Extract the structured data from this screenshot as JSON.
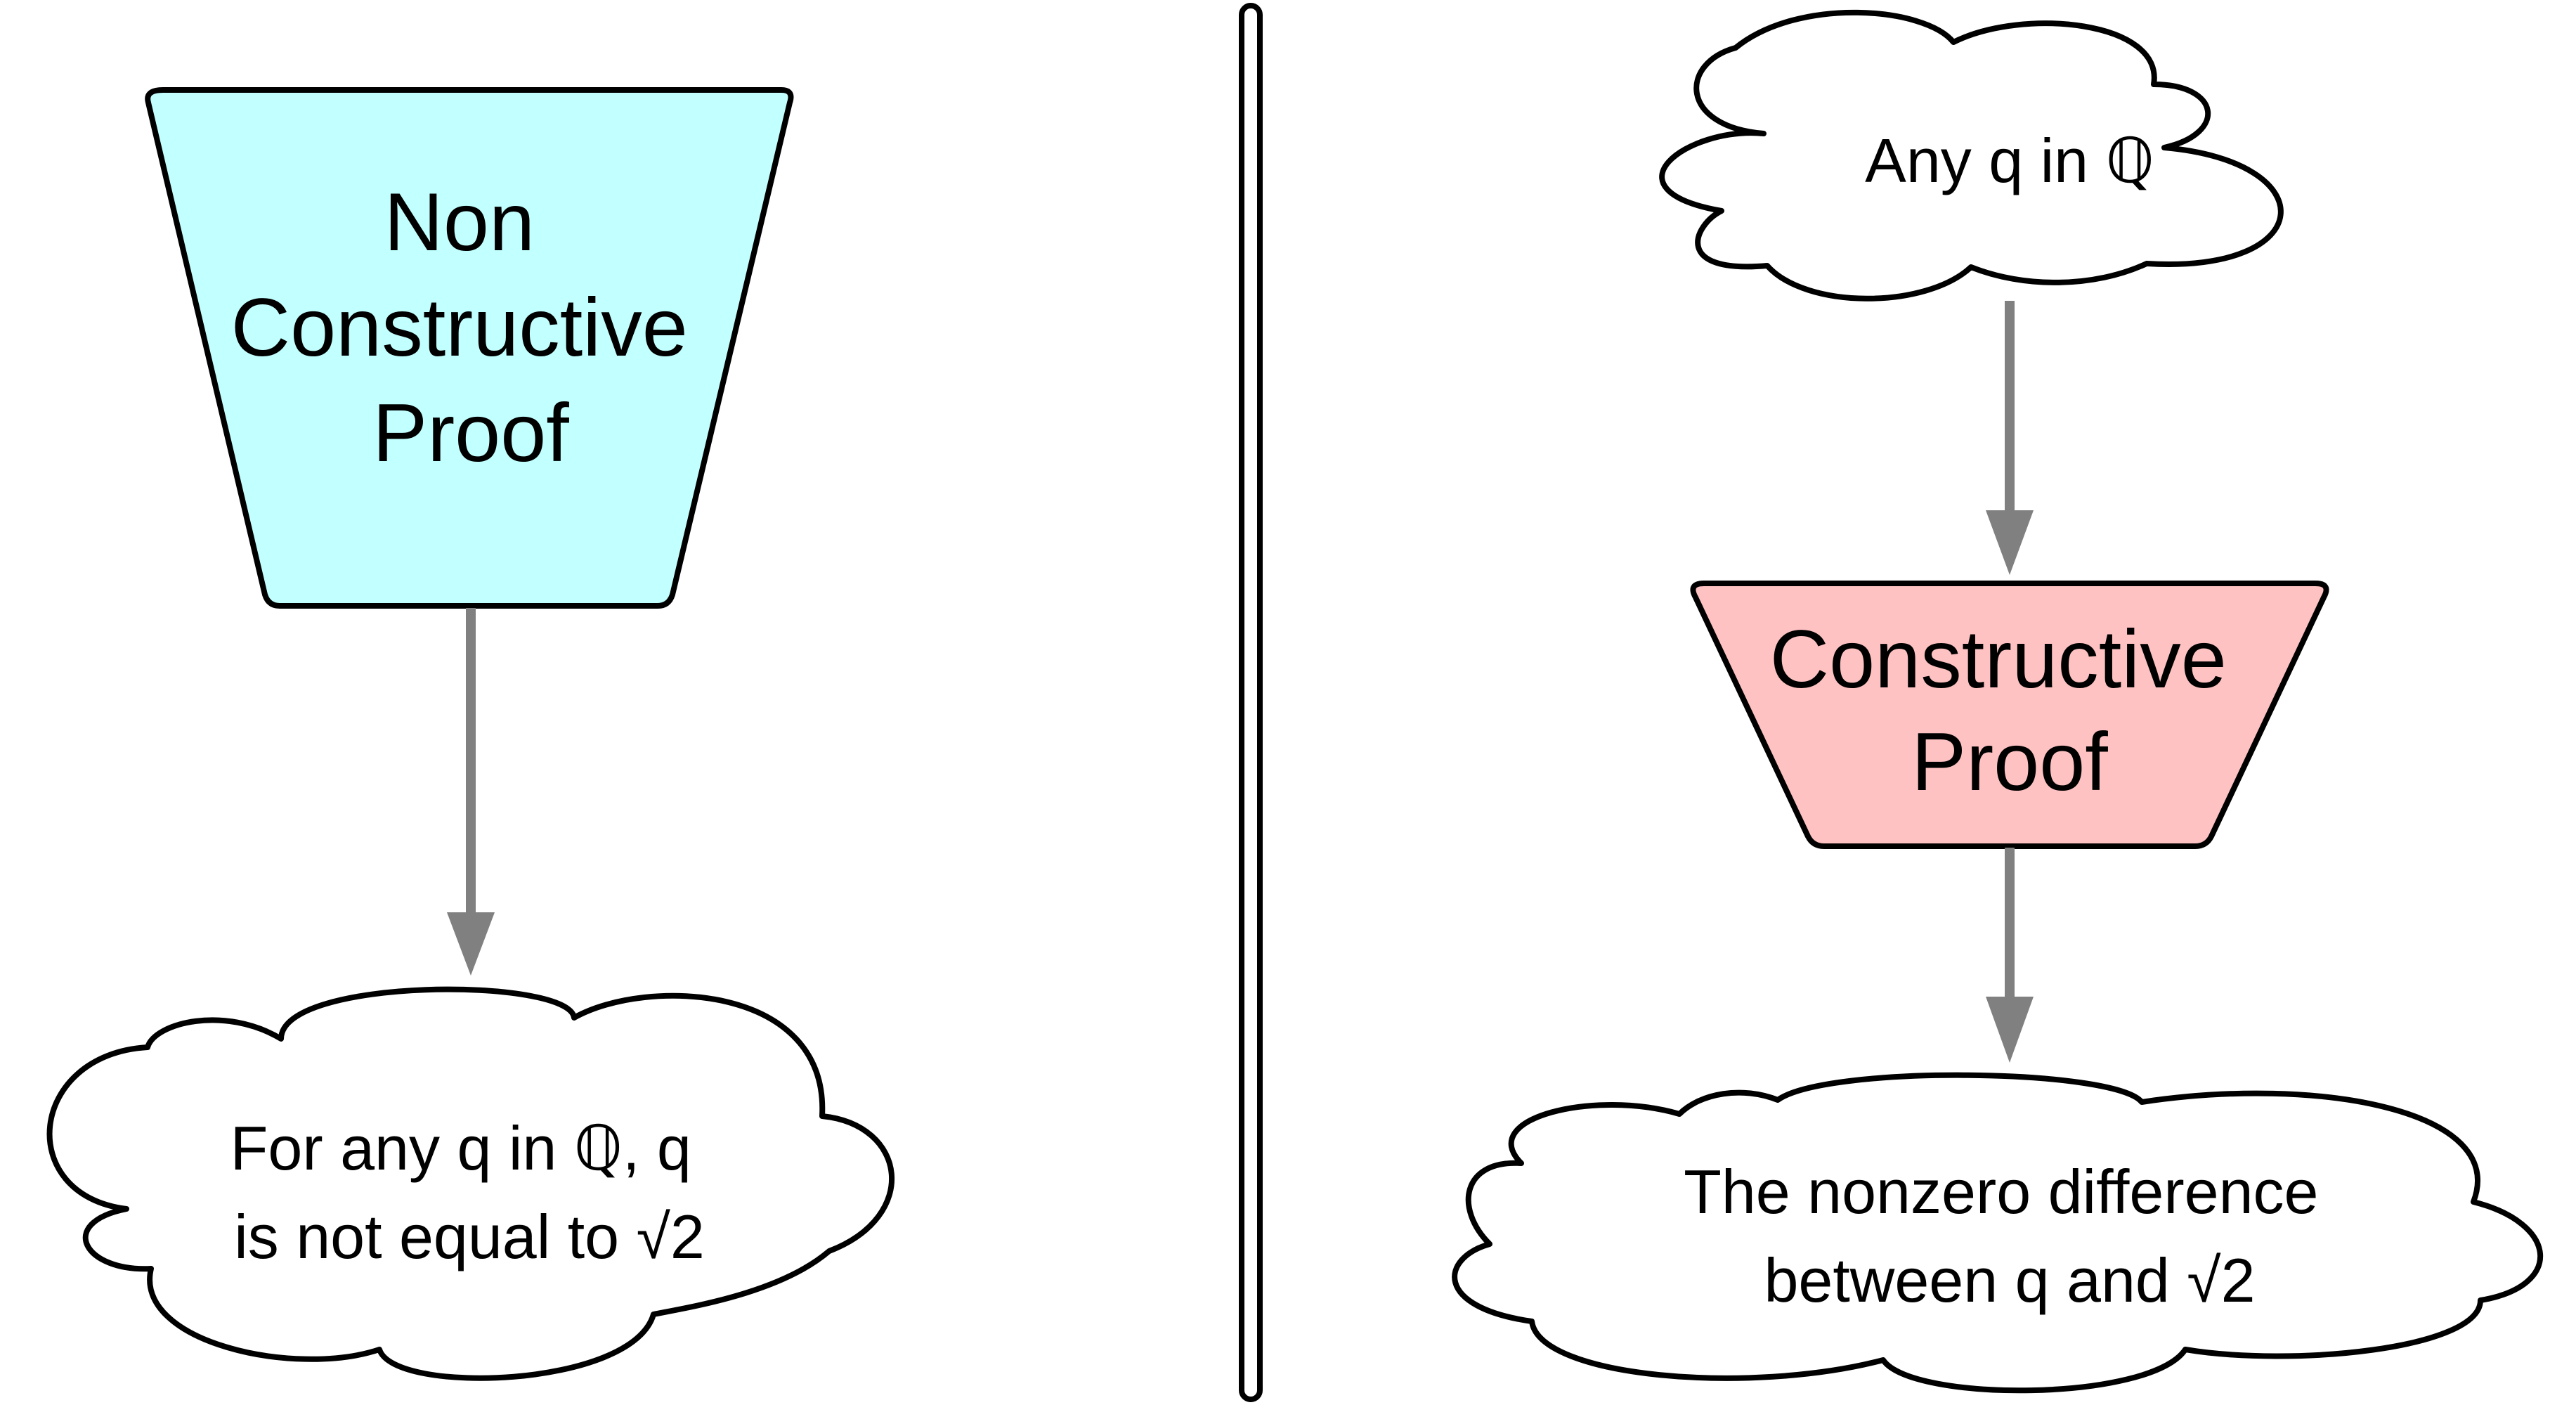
{
  "colors": {
    "trapezoid_left_fill": "#c2ffff",
    "trapezoid_right_fill": "#ffc2c2",
    "cloud_fill": "#ffffff",
    "stroke": "#000000",
    "arrow": "#808080",
    "divider": "#000000"
  },
  "left": {
    "proof_node": {
      "shape": "trapezoid",
      "lines": [
        "Non",
        "Constructive",
        "Proof"
      ]
    },
    "result_node": {
      "shape": "cloud",
      "lines": [
        "For any q in ℚ, q",
        "is not equal to √2"
      ]
    }
  },
  "right": {
    "input_node": {
      "shape": "cloud",
      "lines": [
        "Any q in ℚ"
      ]
    },
    "proof_node": {
      "shape": "trapezoid",
      "lines": [
        "Constructive",
        "Proof"
      ]
    },
    "result_node": {
      "shape": "cloud",
      "lines": [
        "The nonzero difference",
        "between q and √2"
      ]
    }
  },
  "edges": [
    {
      "from": "left.proof_node",
      "to": "left.result_node"
    },
    {
      "from": "right.input_node",
      "to": "right.proof_node"
    },
    {
      "from": "right.proof_node",
      "to": "right.result_node"
    }
  ]
}
